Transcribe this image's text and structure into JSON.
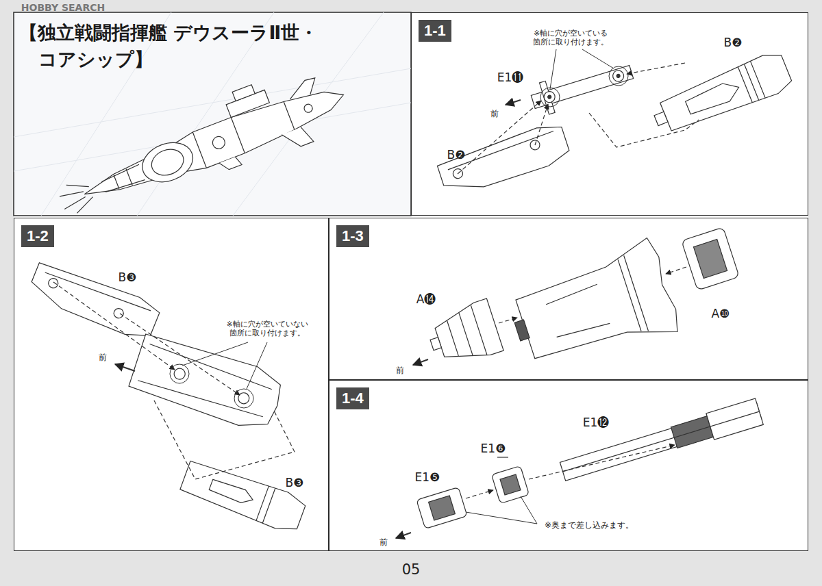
{
  "diagram": {
    "title": "【独立戦闘指揮艦 デウスーラⅡ世・コアシップ】",
    "nodes": [
      {
        "text": [
          "1-1"
        ]
      },
      {
        "text": [
          "1-2"
        ]
      },
      {
        "text": [
          "1-3"
        ]
      },
      {
        "text": [
          "1-4"
        ]
      }
    ],
    "labels": [
      "HOBBY SEARCH",
      "※軸に穴が空いている 箇所に取り付けます。",
      "B❷",
      "E1⓫",
      "前",
      "B❷",
      "B❸",
      "※軸に穴が空いていない 箇所に取り付けます。",
      "前",
      "B❸",
      "A⓮",
      "A❿",
      "前",
      "E1⓬",
      "E1❻",
      "E1❺",
      "※奥まで差し込みます。",
      "前",
      "05"
    ]
  }
}
